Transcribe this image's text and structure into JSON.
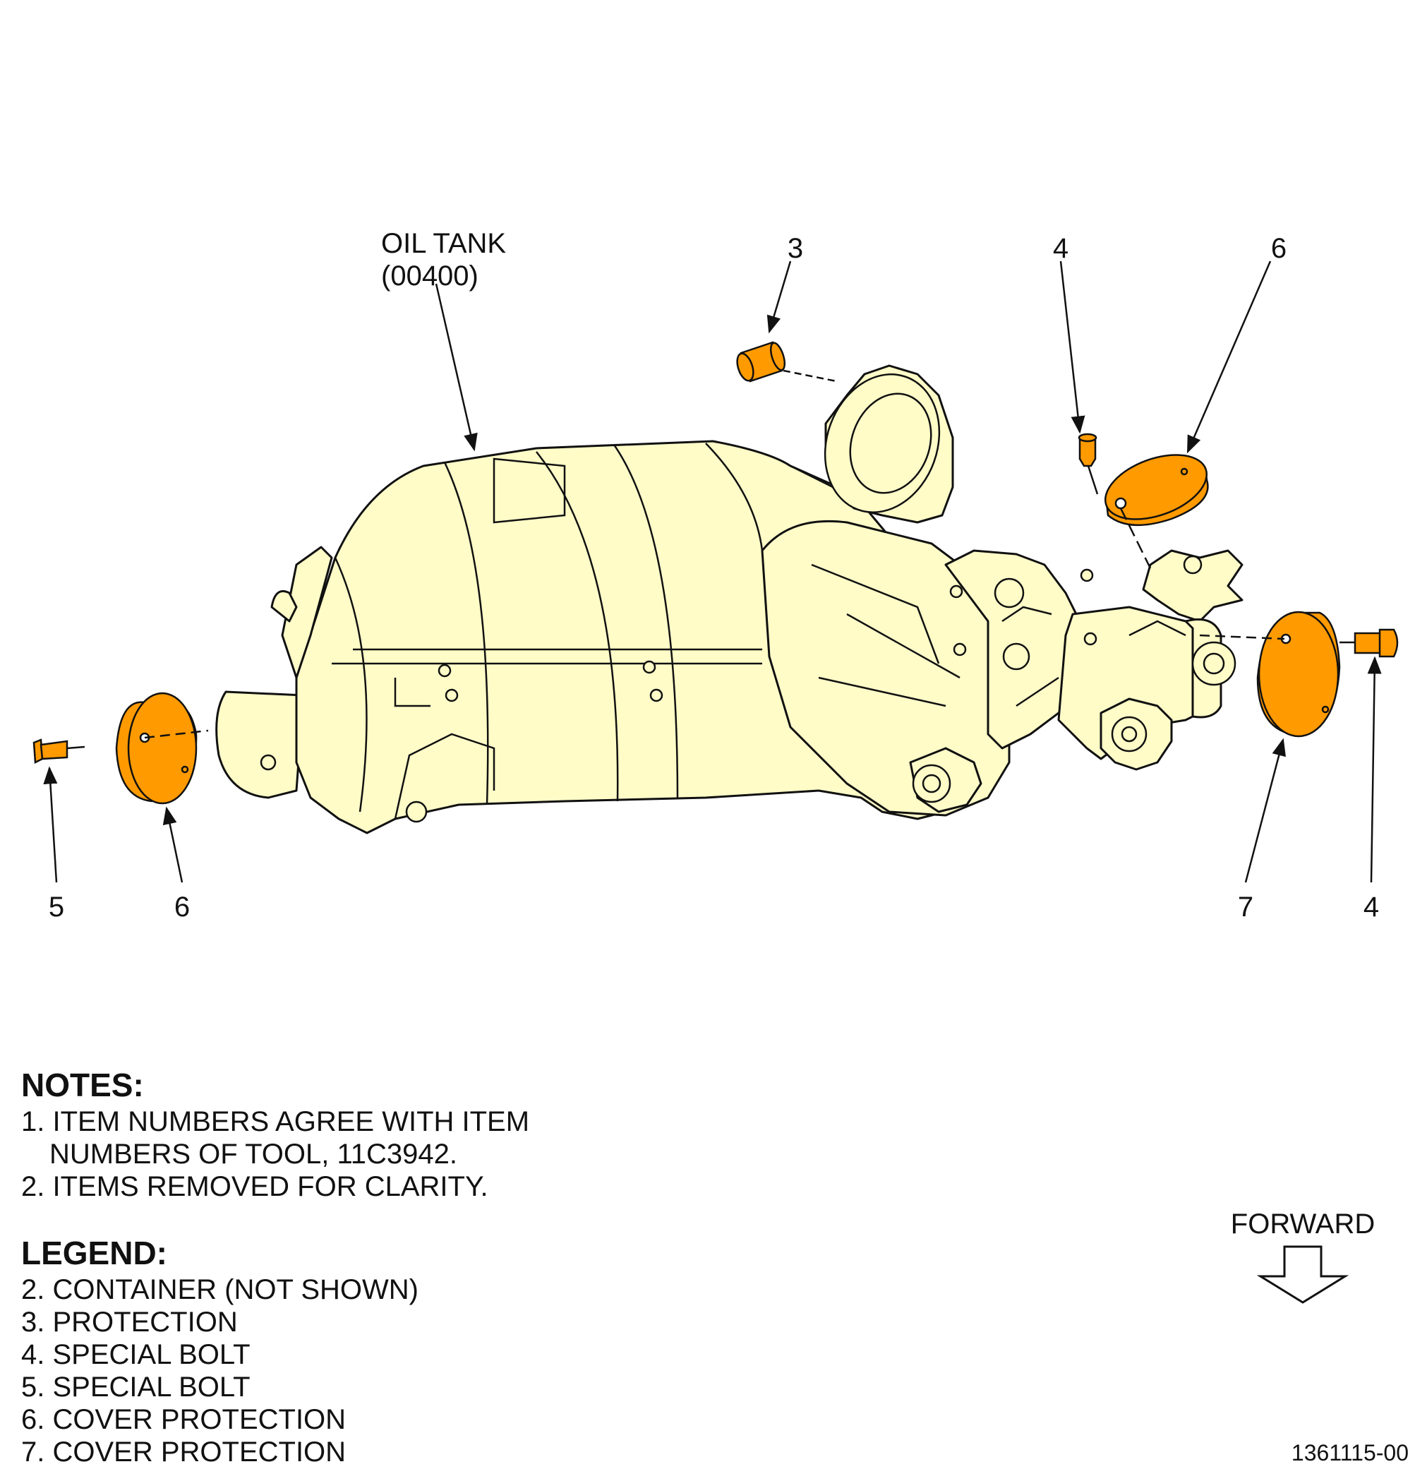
{
  "tank_label": {
    "line1": "OIL TANK",
    "line2": "(00400)"
  },
  "callouts": {
    "item3_top": "3",
    "item4_top": "4",
    "item6_top": "6",
    "item5_bottom": "5",
    "item6_bottom": "6",
    "item7_bottom": "7",
    "item4_bottom": "4"
  },
  "notes": {
    "heading": "NOTES:",
    "items": [
      "1. ITEM NUMBERS AGREE WITH ITEM",
      "NUMBERS OF TOOL, 11C3942.",
      "2. ITEMS REMOVED FOR CLARITY."
    ]
  },
  "legend": {
    "heading": "LEGEND:",
    "items": [
      "2. CONTAINER (NOT SHOWN)",
      "3. PROTECTION",
      "4. SPECIAL BOLT",
      "5. SPECIAL BOLT",
      "6. COVER PROTECTION",
      "7. COVER PROTECTION"
    ]
  },
  "forward_label": "FORWARD",
  "figure_id": "1361115-00",
  "colors": {
    "tank_fill": "#fffcc8",
    "part_fill": "#ff9a00",
    "line": "#111111"
  }
}
